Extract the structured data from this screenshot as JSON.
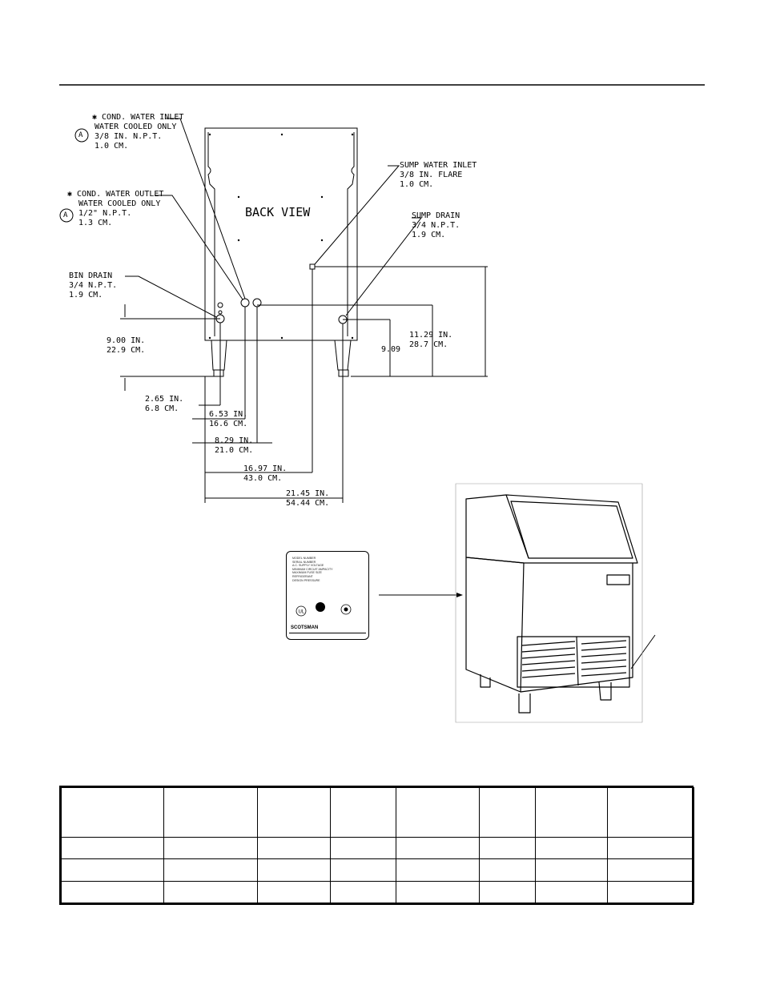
{
  "diagram": {
    "view_title": "BACK VIEW",
    "callouts": {
      "cond_inlet": [
        "✱ COND. WATER INLET",
        "WATER COOLED ONLY",
        "3/8 IN. N.P.T.",
        "1.0 CM."
      ],
      "cond_outlet": [
        "✱ COND. WATER OUTLET",
        "WATER COOLED ONLY",
        "1/2\" N.P.T.",
        "1.3 CM."
      ],
      "bin_drain": [
        "BIN DRAIN",
        "3/4 N.P.T.",
        "1.9 CM."
      ],
      "sump_inlet": [
        "SUMP WATER INLET",
        "3/8 IN. FLARE",
        "1.0 CM."
      ],
      "sump_drain": [
        "SUMP DRAIN",
        "3/4 N.P.T.",
        "1.9 CM."
      ],
      "marker": "A"
    },
    "dimensions": {
      "height_left": [
        "9.00 IN.",
        "22.9 CM."
      ],
      "height_right": [
        "11.29 IN.",
        "28.7 CM."
      ],
      "height_mid": "9.09",
      "w1": [
        "2.65 IN.",
        "6.8 CM."
      ],
      "w2": [
        "6.53 IN.",
        "16.6 CM."
      ],
      "w3": [
        "8.29 IN.",
        "21.0 CM."
      ],
      "w4": [
        "16.97 IN.",
        "43.0 CM."
      ],
      "w5": [
        "21.45 IN.",
        "54.44 CM."
      ]
    }
  },
  "nameplate": {
    "lines": [
      "MODEL NUMBER",
      "SERIAL NUMBER",
      "A.C. SUPPLY VOLTAGE",
      "MINIMUM CIRCUIT AMPACITY",
      "MAXIMUM FUSE SIZE",
      "REFRIGERANT",
      "DESIGN PRESSURE"
    ],
    "brand": "SCOTSMAN",
    "logos": [
      "UL",
      "CSA",
      "NSF"
    ]
  },
  "table": {
    "columns": 8,
    "rows": 4
  }
}
